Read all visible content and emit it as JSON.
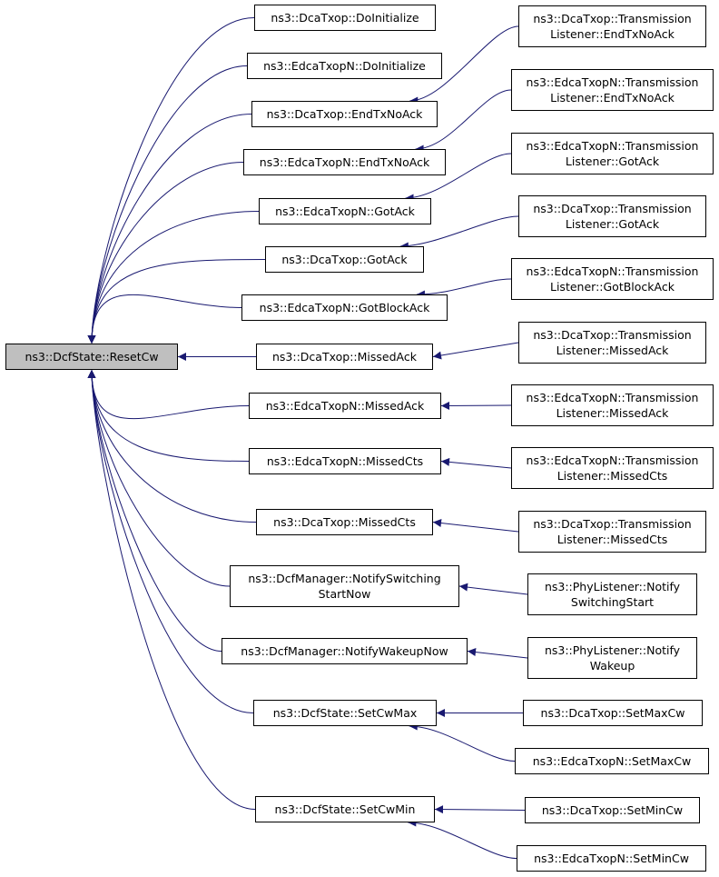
{
  "colors": {
    "edge": "#191970",
    "node_border": "#000000",
    "node_fill": "#ffffff",
    "focus_fill": "#bfbfbf"
  },
  "nodes": {
    "root": {
      "lines": [
        "ns3::DcfState::ResetCw"
      ]
    },
    "dca_doinit": {
      "lines": [
        "ns3::DcaTxop::DoInitialize"
      ]
    },
    "edca_doinit": {
      "lines": [
        "ns3::EdcaTxopN::DoInitialize"
      ]
    },
    "dca_endtx": {
      "lines": [
        "ns3::DcaTxop::EndTxNoAck"
      ]
    },
    "edca_endtx": {
      "lines": [
        "ns3::EdcaTxopN::EndTxNoAck"
      ]
    },
    "edca_gotack": {
      "lines": [
        "ns3::EdcaTxopN::GotAck"
      ]
    },
    "dca_gotack": {
      "lines": [
        "ns3::DcaTxop::GotAck"
      ]
    },
    "edca_gotblockack": {
      "lines": [
        "ns3::EdcaTxopN::GotBlockAck"
      ]
    },
    "dca_missedack": {
      "lines": [
        "ns3::DcaTxop::MissedAck"
      ]
    },
    "edca_missedack": {
      "lines": [
        "ns3::EdcaTxopN::MissedAck"
      ]
    },
    "edca_missedcts": {
      "lines": [
        "ns3::EdcaTxopN::MissedCts"
      ]
    },
    "dca_missedcts": {
      "lines": [
        "ns3::DcaTxop::MissedCts"
      ]
    },
    "dcfmgr_switching": {
      "lines": [
        "ns3::DcfManager::NotifySwitching",
        "StartNow"
      ]
    },
    "dcfmgr_wakeup": {
      "lines": [
        "ns3::DcfManager::NotifyWakeupNow"
      ]
    },
    "setcwmax": {
      "lines": [
        "ns3::DcfState::SetCwMax"
      ]
    },
    "setcwmin": {
      "lines": [
        "ns3::DcfState::SetCwMin"
      ]
    },
    "tl_dca_endtx": {
      "lines": [
        "ns3::DcaTxop::Transmission",
        "Listener::EndTxNoAck"
      ]
    },
    "tl_edca_endtx": {
      "lines": [
        "ns3::EdcaTxopN::Transmission",
        "Listener::EndTxNoAck"
      ]
    },
    "tl_edca_gotack": {
      "lines": [
        "ns3::EdcaTxopN::Transmission",
        "Listener::GotAck"
      ]
    },
    "tl_dca_gotack": {
      "lines": [
        "ns3::DcaTxop::Transmission",
        "Listener::GotAck"
      ]
    },
    "tl_edca_gotblockack": {
      "lines": [
        "ns3::EdcaTxopN::Transmission",
        "Listener::GotBlockAck"
      ]
    },
    "tl_dca_missedack": {
      "lines": [
        "ns3::DcaTxop::Transmission",
        "Listener::MissedAck"
      ]
    },
    "tl_edca_missedack": {
      "lines": [
        "ns3::EdcaTxopN::Transmission",
        "Listener::MissedAck"
      ]
    },
    "tl_edca_missedcts": {
      "lines": [
        "ns3::EdcaTxopN::Transmission",
        "Listener::MissedCts"
      ]
    },
    "tl_dca_missedcts": {
      "lines": [
        "ns3::DcaTxop::Transmission",
        "Listener::MissedCts"
      ]
    },
    "phy_switching": {
      "lines": [
        "ns3::PhyListener::Notify",
        "SwitchingStart"
      ]
    },
    "phy_wakeup": {
      "lines": [
        "ns3::PhyListener::Notify",
        "Wakeup"
      ]
    },
    "dca_setmaxcw": {
      "lines": [
        "ns3::DcaTxop::SetMaxCw"
      ]
    },
    "edca_setmaxcw": {
      "lines": [
        "ns3::EdcaTxopN::SetMaxCw"
      ]
    },
    "dca_setmincw": {
      "lines": [
        "ns3::DcaTxop::SetMinCw"
      ]
    },
    "edca_setmincw": {
      "lines": [
        "ns3::EdcaTxopN::SetMinCw"
      ]
    }
  },
  "edges": [
    {
      "from": "dca_doinit",
      "to": "root"
    },
    {
      "from": "edca_doinit",
      "to": "root"
    },
    {
      "from": "dca_endtx",
      "to": "root"
    },
    {
      "from": "edca_endtx",
      "to": "root"
    },
    {
      "from": "edca_gotack",
      "to": "root"
    },
    {
      "from": "dca_gotack",
      "to": "root"
    },
    {
      "from": "edca_gotblockack",
      "to": "root"
    },
    {
      "from": "dca_missedack",
      "to": "root"
    },
    {
      "from": "edca_missedack",
      "to": "root"
    },
    {
      "from": "edca_missedcts",
      "to": "root"
    },
    {
      "from": "dca_missedcts",
      "to": "root"
    },
    {
      "from": "dcfmgr_switching",
      "to": "root"
    },
    {
      "from": "dcfmgr_wakeup",
      "to": "root"
    },
    {
      "from": "setcwmax",
      "to": "root"
    },
    {
      "from": "setcwmin",
      "to": "root"
    },
    {
      "from": "tl_dca_endtx",
      "to": "dca_endtx"
    },
    {
      "from": "tl_edca_endtx",
      "to": "edca_endtx"
    },
    {
      "from": "tl_edca_gotack",
      "to": "edca_gotack"
    },
    {
      "from": "tl_dca_gotack",
      "to": "dca_gotack"
    },
    {
      "from": "tl_edca_gotblockack",
      "to": "edca_gotblockack"
    },
    {
      "from": "tl_dca_missedack",
      "to": "dca_missedack"
    },
    {
      "from": "tl_edca_missedack",
      "to": "edca_missedack"
    },
    {
      "from": "tl_edca_missedcts",
      "to": "edca_missedcts"
    },
    {
      "from": "tl_dca_missedcts",
      "to": "dca_missedcts"
    },
    {
      "from": "phy_switching",
      "to": "dcfmgr_switching"
    },
    {
      "from": "phy_wakeup",
      "to": "dcfmgr_wakeup"
    },
    {
      "from": "dca_setmaxcw",
      "to": "setcwmax"
    },
    {
      "from": "edca_setmaxcw",
      "to": "setcwmax"
    },
    {
      "from": "dca_setmincw",
      "to": "setcwmin"
    },
    {
      "from": "edca_setmincw",
      "to": "setcwmin"
    }
  ]
}
